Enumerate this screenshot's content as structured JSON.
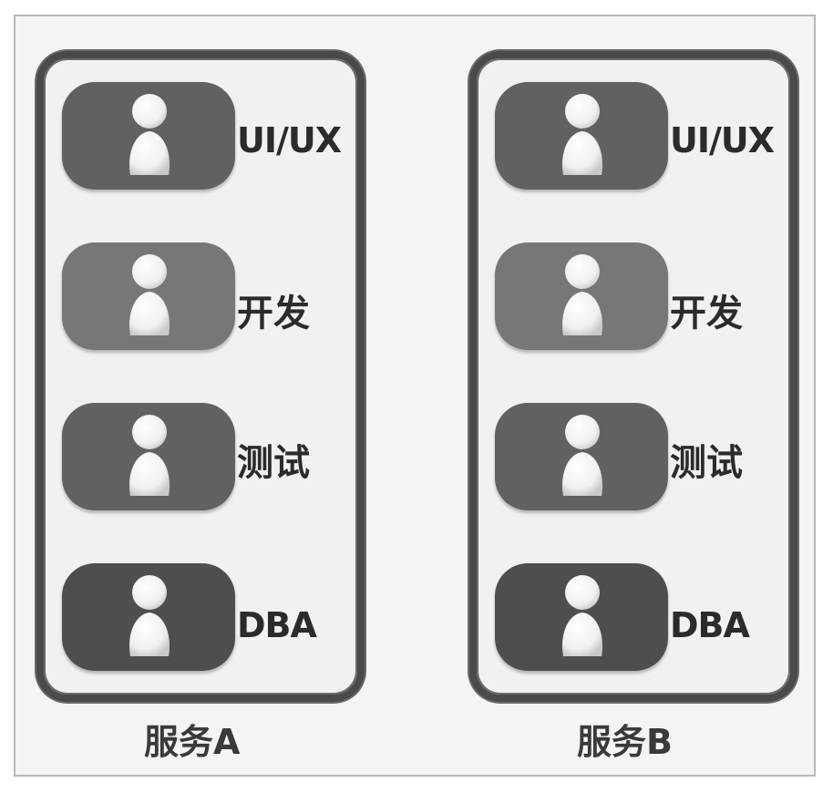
{
  "services": [
    {
      "label": "服务A",
      "roles": [
        {
          "label": "UI/UX",
          "tone": "#5e5e5e"
        },
        {
          "label": "开发",
          "tone": "#7a7a7a"
        },
        {
          "label": "测试",
          "tone": "#666666"
        },
        {
          "label": "DBA",
          "tone": "#4e4e4e"
        }
      ]
    },
    {
      "label": "服务B",
      "roles": [
        {
          "label": "UI/UX",
          "tone": "#5e5e5e"
        },
        {
          "label": "开发",
          "tone": "#7a7a7a"
        },
        {
          "label": "测试",
          "tone": "#666666"
        },
        {
          "label": "DBA",
          "tone": "#4e4e4e"
        }
      ]
    }
  ],
  "icons": {
    "role_icon": "person-icon"
  }
}
